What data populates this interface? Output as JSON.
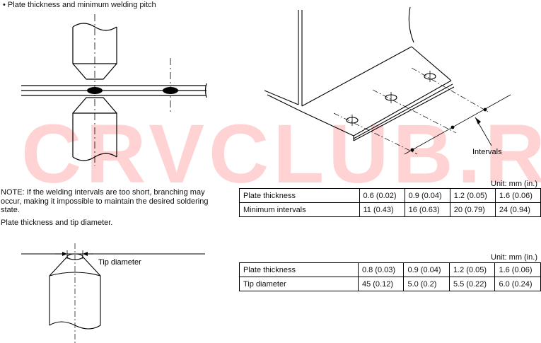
{
  "watermark": "CRVCLUB.RU",
  "heading": "Plate thickness and minimum welding pitch",
  "note": "NOTE: If the welding intervals are too short, branching may occur, making it impossible to maintain the desired soldering state.",
  "subheading": "Plate thickness and tip diameter.",
  "figures": {
    "intervals_label": "Intervals",
    "tip_label": "Tip diameter"
  },
  "table1": {
    "unit": "Unit: mm (in.)",
    "rows": [
      {
        "label": "Plate thickness",
        "values": [
          "0.6 (0.02)",
          "0.9 (0.04)",
          "1.2 (0.05)",
          "1.6 (0.06)"
        ]
      },
      {
        "label": "Minimum intervals",
        "values": [
          "11 (0.43)",
          "16 (0.63)",
          "20 (0.79)",
          "24 (0.94)"
        ]
      }
    ]
  },
  "table2": {
    "unit": "Unit: mm (in.)",
    "rows": [
      {
        "label": "Plate thickness",
        "values": [
          "0.8 (0.03)",
          "0.9 (0.04)",
          "1.2 (0.05)",
          "1.6 (0.06)"
        ]
      },
      {
        "label": "Tip diameter",
        "values": [
          "45 (0.12)",
          "5.0 (0.2)",
          "5.5 (0.22)",
          "6.0 (0.24)"
        ]
      }
    ]
  }
}
